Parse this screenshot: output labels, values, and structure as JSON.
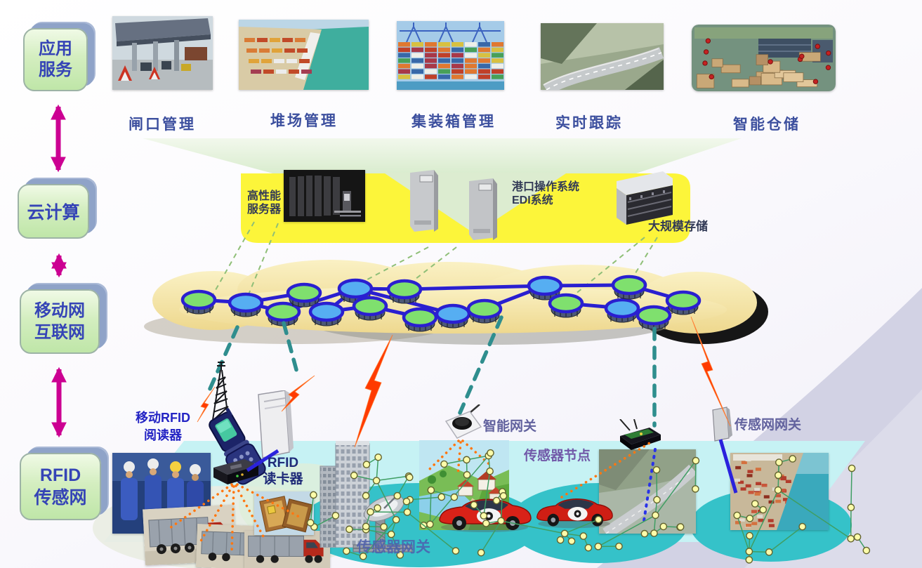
{
  "sidebar": {
    "boxes": [
      {
        "id": "application-services",
        "lines": [
          "应用",
          "服务"
        ]
      },
      {
        "id": "cloud-computing",
        "lines": [
          "云计算"
        ]
      },
      {
        "id": "mobile-internet",
        "lines": [
          "移动网",
          "互联网"
        ]
      },
      {
        "id": "rfid-sensor-network",
        "lines": [
          "RFID",
          "传感网"
        ]
      }
    ]
  },
  "applications": {
    "items": [
      {
        "label": "闸口管理",
        "photo": "gate-toll-station-photo"
      },
      {
        "label": "堆场管理",
        "photo": "container-yard-aerial-photo"
      },
      {
        "label": "集装箱管理",
        "photo": "container-stacks-cranes-photo"
      },
      {
        "label": "实时跟踪",
        "photo": "mountain-highway-photo"
      },
      {
        "label": "智能仓储",
        "photo": "warehouse-interior-photo"
      }
    ]
  },
  "platform": {
    "hp_server": [
      "高性能",
      "服务器"
    ],
    "port_system": [
      "港口操作系统",
      "EDI系统"
    ],
    "storage": "大规模存储"
  },
  "edge": {
    "mobile_rfid_reader": [
      "移动RFID",
      "阅读器"
    ],
    "rfid_reader": [
      "RFID",
      "读卡器"
    ],
    "smart_gateway": "智能网关",
    "sensor_node": "传感器节点",
    "sensor_net_gateway": "传感网网关",
    "sensor_gateway": "传感器网关"
  },
  "icons": {
    "cell-tower-icon": "lattice radio tower",
    "flip-phone-icon": "mobile RFID handheld phone",
    "gateway-box-icon": "white network gateway",
    "rfid-reader-icon": "black RFID reader device",
    "wireless-ap-icon": "smart gateway access point",
    "sensor-mote-icon": "wireless sensor mote",
    "sensor-net-gateway-icon": "sensor network gateway slab",
    "server-rack-icon": "high performance server rack",
    "tower-server-icon": "tower server",
    "storage-array-icon": "mass storage array",
    "router-node-icon": "backbone router node",
    "lightning-icon": "wireless link lightning bolt",
    "up-down-arrow-icon": "bidirectional layer arrow"
  },
  "colors": {
    "arrow_magenta": "#cc0092",
    "layer_box_green": "#cfeab9",
    "layer_box_text": "#3544b6",
    "band_yellow": "#fcf53a",
    "cloud_tan": "#f6e7a6",
    "node_green": "#7fe06e",
    "node_blue": "#56aef2",
    "network_line_blue": "#2a1fd0",
    "wan_dash_teal": "#2f8e8e",
    "server_dash_green": "#8fbf77",
    "lightning_red": "#ff3a00",
    "rfid_dotted_orange": "#ff7711",
    "ground_cyan": "#c6f2f4",
    "sensor_cloud_teal": "#35c2c9",
    "sensor_dot_yellow": "#fcfcaa",
    "sensor_link_green": "#3f9e63",
    "app_label_blue": "#3c4f9e",
    "swoosh_lavender": "#d2d2e4"
  }
}
